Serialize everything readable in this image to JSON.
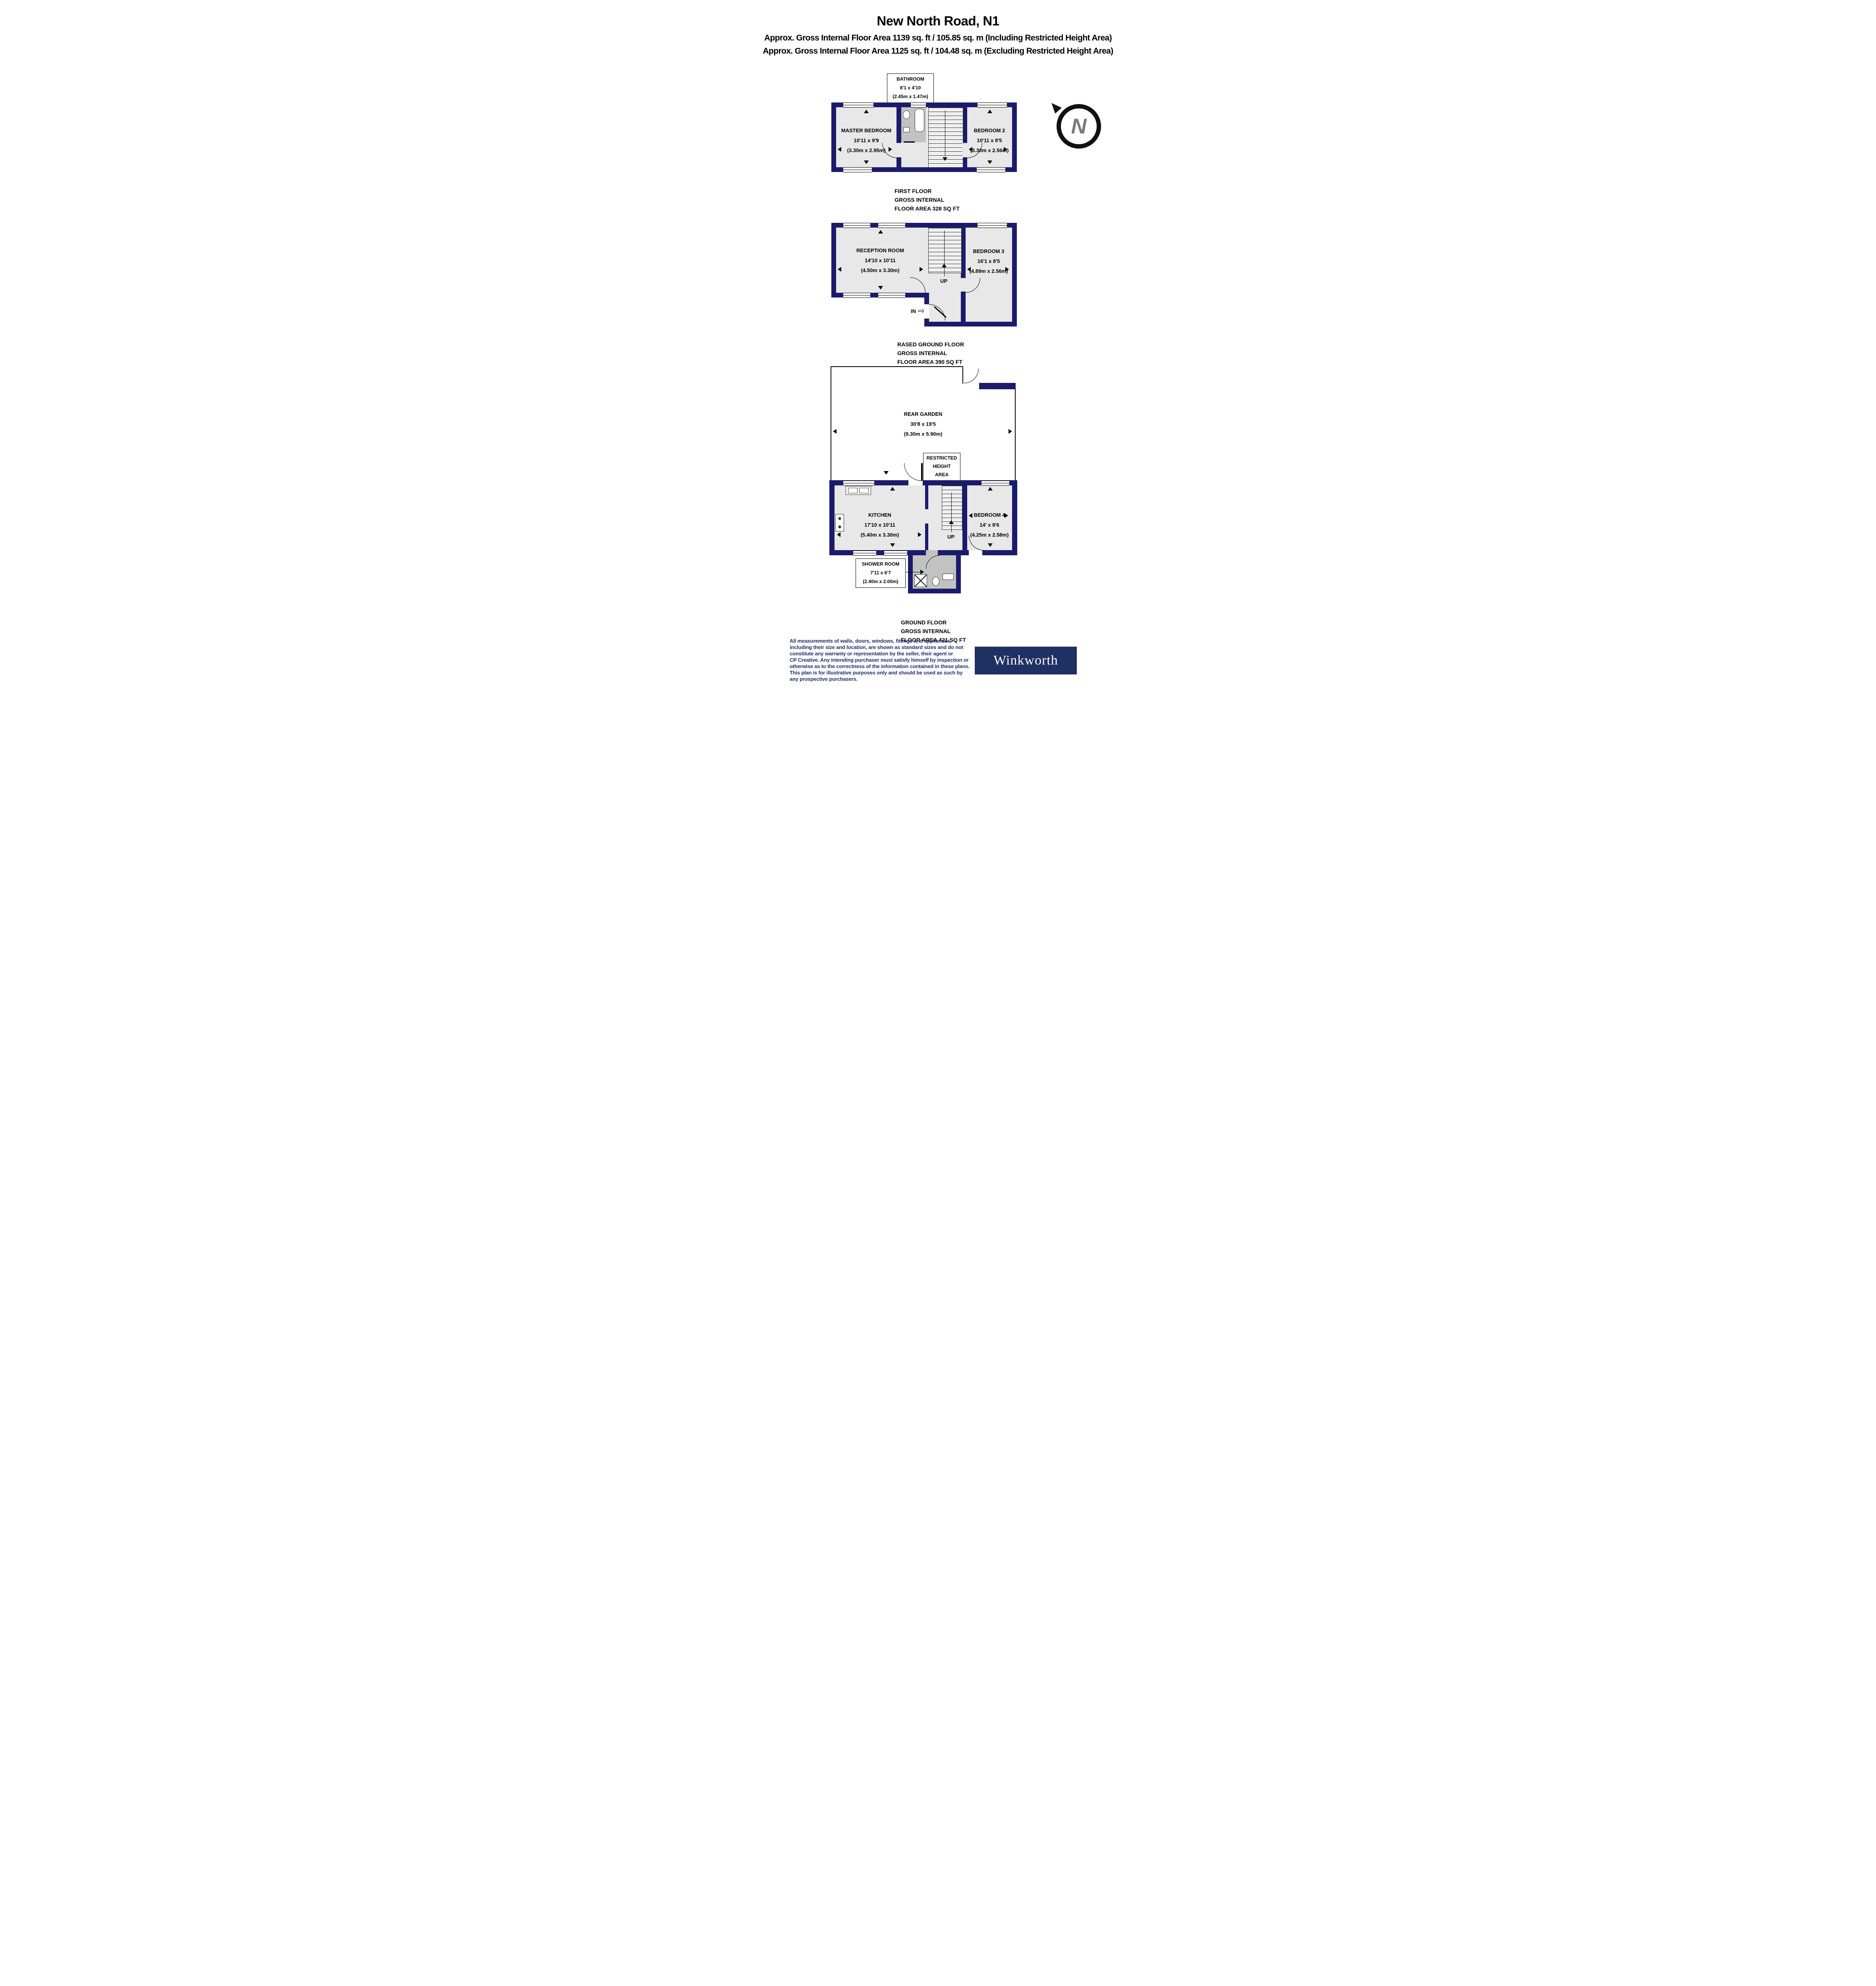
{
  "header": {
    "title": "New North Road, N1",
    "subtitle_line1": "Approx. Gross Internal Floor Area 1139 sq. ft / 105.85 sq. m (Including Restricted Height Area)",
    "subtitle_line2": "Approx. Gross Internal Floor Area 1125 sq. ft / 104.48 sq. m (Excluding Restricted Height Area)"
  },
  "colors": {
    "wall_navy": "#1b1b6b",
    "room_fill": "#e8e8e8",
    "wet_room_fill": "#c2c2c2",
    "disclaimer_navy": "#223166",
    "logo_bg_navy": "#1f3063",
    "north_letter_gray": "#7a7a7a"
  },
  "first_floor": {
    "caption": {
      "line1": "FIRST FLOOR",
      "line2": "GROSS INTERNAL",
      "line3": "FLOOR AREA 328 SQ FT"
    },
    "bathroom": {
      "name": "BATHROOM",
      "dims_ft": "8'1 x 4'10",
      "dims_m": "(2.45m x 1.47m)"
    },
    "master_bedroom": {
      "name": "MASTER BEDROOM",
      "dims_ft": "10'11 x 9'9",
      "dims_m": "(3.30m x 2.95m)"
    },
    "bedroom2": {
      "name": "BEDROOM 2",
      "dims_ft": "10'11 x 8'5",
      "dims_m": "(3.30m x 2.56m)"
    }
  },
  "raised_ground_floor": {
    "caption": {
      "line1": "RASED GROUND FLOOR",
      "line2": "GROSS INTERNAL",
      "line3": "FLOOR AREA 390 SQ FT"
    },
    "reception": {
      "name": "RECEPTION ROOM",
      "dims_ft": "14'10 x 10'11",
      "dims_m": "(4.50m x 3.30m)"
    },
    "bedroom3": {
      "name": "BEDROOM 3",
      "dims_ft": "16'1 x 8'5",
      "dims_m": "(4.89m x 2.56m)"
    },
    "up_label": "UP",
    "in_label": "IN"
  },
  "ground_floor": {
    "caption": {
      "line1": "GROUND FLOOR",
      "line2": "GROSS INTERNAL",
      "line3": "FLOOR AREA 421 SQ FT"
    },
    "rear_garden": {
      "name": "REAR GARDEN",
      "dims_ft": "30'8 x 19'5",
      "dims_m": "(9.30m x 5.90m)"
    },
    "restricted": {
      "line1": "RESTRICTED",
      "line2": "HEIGHT",
      "line3": "AREA"
    },
    "kitchen": {
      "name": "KITCHEN",
      "dims_ft": "17'10 x 10'11",
      "dims_m": "(5.40m x 3.30m)"
    },
    "bedroom4": {
      "name": "BEDROOM 4",
      "dims_ft": "14' x 8'6",
      "dims_m": "(4.25m x 2.58m)"
    },
    "shower": {
      "name": "SHOWER ROOM",
      "dims_ft": "7'11 x 6'7",
      "dims_m": "(2.40m x 2.00m)"
    },
    "up_label": "UP"
  },
  "compass": {
    "letter": "N"
  },
  "footer": {
    "disclaimer": {
      "line1": "All measurements of walls, doors, windows, fittings and appliances,",
      "line2": "including their size and location, are shown as standard sizes and do not",
      "line3": "constitute any warranty or representation by the seller, their agent or",
      "line4": "CP Creative. Any intending purchaser must satisfy himself by inspection or",
      "line5": "otherwise as to the correctness of the information contained in these plans.",
      "line6": "This plan is for illustrative purposes only and should be used as such by",
      "line7": "any prospective purchasers."
    },
    "logo_text": "Winkworth"
  }
}
